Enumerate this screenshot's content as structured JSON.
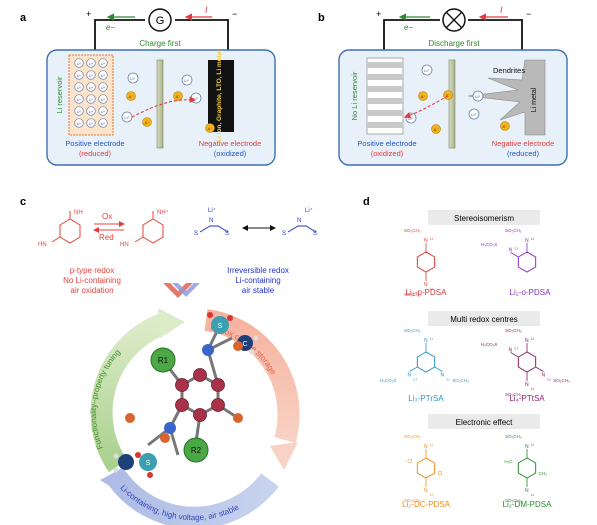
{
  "panels": {
    "a": {
      "letter": "a",
      "plus": "+",
      "minus": "−",
      "meter": "G",
      "electron": "e−",
      "current": "I",
      "mode": "Charge first",
      "reservoir": "Li reservoir",
      "neg_material": "Li ion, Graphite, LTO, Li metal",
      "pos_label": "Positive electrode",
      "pos_state": "(reduced)",
      "neg_label": "Negative electrode",
      "neg_state": "(oxidized)",
      "ion_li": "Li⁺",
      "ion_a": "A⁻"
    },
    "b": {
      "letter": "b",
      "plus": "+",
      "minus": "−",
      "electron": "e−",
      "current": "I",
      "mode": "Discharge first",
      "reservoir": "No Li reservoir",
      "dendrites": "Dendrites",
      "li_metal": "Li metal",
      "pos_label": "Positive electrode",
      "pos_state": "(oxidized)",
      "neg_label": "Negative electrode",
      "neg_state": "(reduced)",
      "ion_li": "Li⁺",
      "ion_a": "A⁻"
    },
    "c": {
      "letter": "c",
      "ox": "Ox",
      "red": "Red",
      "ptype_lines": [
        "p-type redox",
        "No Li-containing",
        "air oxidation"
      ],
      "irr_lines": [
        "Irreversible redox",
        "Li-containing",
        "air stable"
      ],
      "arc_left": "Functionality–property tuning",
      "arc_right": "Redox charge storage",
      "arc_bottom": "Li-containing, high voltage, air stable",
      "r1": "R1",
      "r2": "R2",
      "s_label": "S",
      "c_label": "C"
    },
    "d": {
      "letter": "d",
      "section1": "Stereoisomerism",
      "section2": "Multi redox centres",
      "section3": "Electronic effect",
      "compounds": [
        {
          "name": "Li₂-p-PDSA",
          "color": "#d93a3a"
        },
        {
          "name": "Li₂-o-PDSA",
          "color": "#8a2fc4"
        },
        {
          "name": "Li₃-PTrSA",
          "color": "#2a93c9"
        },
        {
          "name": "Li₄-PTtSA",
          "color": "#8c1f6a"
        },
        {
          "name": "Li₂-DC-PDSA",
          "color": "#f08c1a"
        },
        {
          "name": "Li₂-DM-PDSA",
          "color": "#2c8a2c"
        }
      ],
      "frag_h3cso2": "H₃CO₂S",
      "frag_so2ch3": "SO₂CH₃",
      "frag_n": "N",
      "frag_li": "Li",
      "frag_cl": "Cl",
      "frag_h3c": "H₃C",
      "frag_ch3": "CH₃"
    }
  },
  "colors": {
    "cell_fill": "#e8f1fa",
    "cell_stroke": "#3d6fb6",
    "blue_text": "#2255c4",
    "red_text": "#e03c3c",
    "green_text": "#2f8a2f",
    "orange": "#f28a2c",
    "ptype_red": "#e8413c",
    "irr_blue": "#2233cc"
  }
}
